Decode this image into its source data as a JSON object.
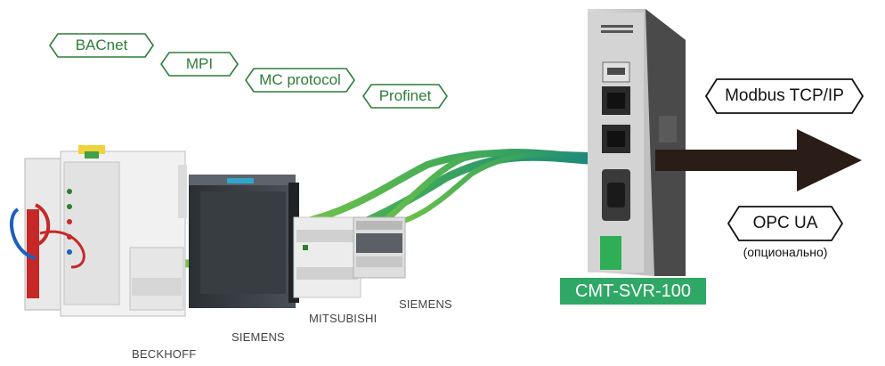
{
  "protocol_tags": [
    {
      "label": "BACnet"
    },
    {
      "label": "MPI"
    },
    {
      "label": "MC protocol"
    },
    {
      "label": "Profinet"
    }
  ],
  "outputs": {
    "modbus": "Modbus TCP/IP",
    "opcua": "OPC UA",
    "opcua_note": "(опционально)"
  },
  "gateway": {
    "model": "CMT-SVR-100"
  },
  "brands": [
    "BECKHOFF",
    "SIEMENS",
    "MITSUBISHI",
    "SIEMENS"
  ],
  "colors": {
    "tag_green": "#2e7d3a",
    "model_badge": "#2fa866",
    "arrow": "#2a1c17"
  }
}
